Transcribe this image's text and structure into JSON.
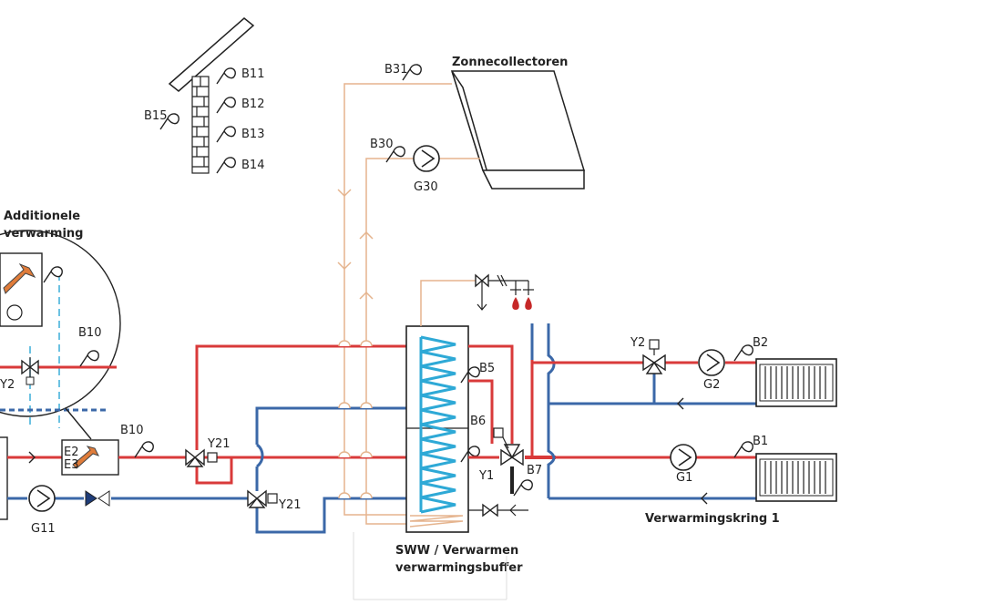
{
  "diagram": {
    "collector_title": "Zonnecollectoren",
    "additional_heating": {
      "line1": "Additionele",
      "line2": "verwarming"
    },
    "tank_label_line1": "SWW / Verwarmen",
    "tank_label_line2": "verwarmingsbuffer",
    "circuit_label": "Verwarmingskring 1",
    "sensors": {
      "b11": "B11",
      "b12": "B12",
      "b13": "B13",
      "b14": "B14",
      "b15": "B15",
      "b31": "B31",
      "b30": "B30",
      "b10_circle": "B10",
      "b10_line": "B10",
      "b5": "B5",
      "b6": "B6",
      "b7": "B7",
      "b1": "B1",
      "b2": "B2"
    },
    "pumps": {
      "g30": "G30",
      "g11": "G11",
      "g1": "G1",
      "g2": "G2"
    },
    "valves": {
      "y21_top": "Y21",
      "y21_bottom": "Y21",
      "y1": "Y1",
      "y2": "Y2",
      "y2_circle": "Y2"
    },
    "heater_codes": {
      "e2": "E2",
      "e3": "E3"
    },
    "colors": {
      "hot": "#d93a3a",
      "cold": "#3b68a8",
      "solar": "#e5b48e",
      "coil": "#2ea9d6"
    }
  }
}
